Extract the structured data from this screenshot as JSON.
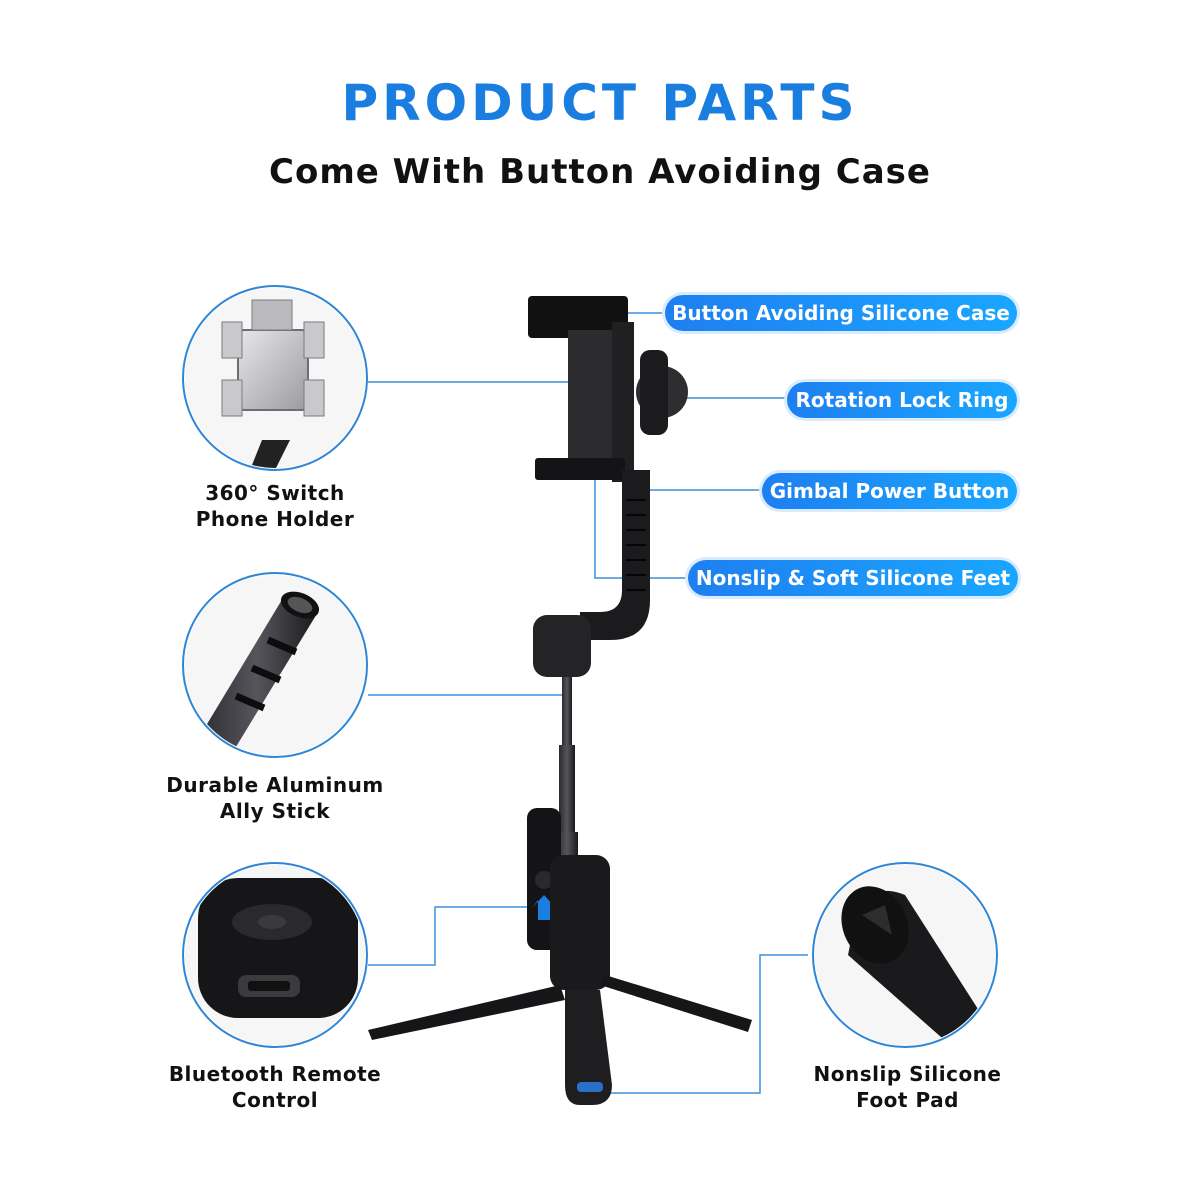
{
  "header": {
    "title": "PRODUCT PARTS",
    "subtitle": "Come With Button Avoiding Case"
  },
  "callouts": {
    "case": "Button Avoiding Silicone Case",
    "lock_ring": "Rotation Lock Ring",
    "power": "Gimbal Power Button",
    "feet": "Nonslip & Soft Silicone Feet"
  },
  "details": {
    "holder": {
      "line1": "360° Switch",
      "line2": "Phone Holder"
    },
    "stick": {
      "line1": "Durable Aluminum",
      "line2": "Ally Stick"
    },
    "remote": {
      "line1": "Bluetooth Remote",
      "line2": "Control"
    },
    "footpad": {
      "line1": "Nonslip Silicone",
      "line2": "Foot Pad"
    }
  },
  "colors": {
    "accent": "#1a7de0",
    "pill_start": "#1e7ff0",
    "pill_end": "#1aa6ff",
    "line": "#3d8fd8",
    "product": "#1b1b1d"
  },
  "icons": [
    "phone-holder-icon",
    "aluminum-stick-icon",
    "bluetooth-remote-icon",
    "foot-pad-icon",
    "gimbal-stick-icon"
  ]
}
